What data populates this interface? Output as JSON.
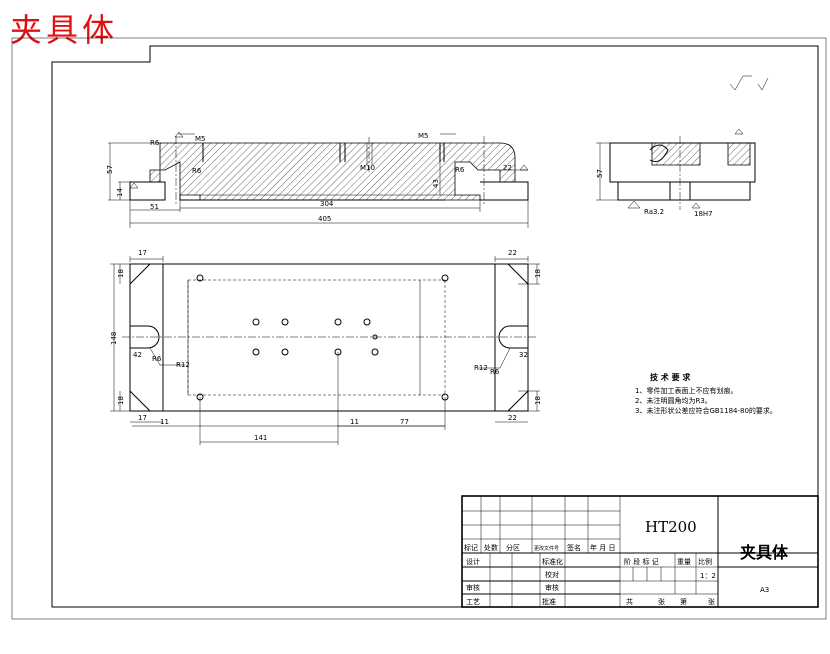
{
  "watermark": "夹具体",
  "front_view": {
    "dims": {
      "overall_length": "405",
      "inner_length": "304",
      "left_offset": "51",
      "height": "57",
      "base_thickness": "14",
      "recess_depth": "43",
      "right_width": "22",
      "radius_left_top": "R6",
      "radius_left_inner": "R6",
      "radius_right_inner": "R6",
      "chamfer_left": "M5",
      "chamfer_right": "M5",
      "center_label": "M10"
    }
  },
  "side_view": {
    "dims": {
      "height": "57",
      "fit": "18H7",
      "roughness_note": "Ra3.2"
    }
  },
  "plan_view": {
    "dims": {
      "top_left": "17",
      "top_right": "22",
      "bottom_left": "17",
      "bottom_right": "22",
      "width": "148",
      "left_top_vertical": "18",
      "right_top_vertical": "18",
      "left_bottom_vertical": "18",
      "right_bottom_vertical": "18",
      "left_slot": "42",
      "right_slot": "32",
      "slot_radius": "R12",
      "slot_radius_right": "R12",
      "slot_radius_small": "R6",
      "slot_radius_small_right": "R6",
      "hole_spacing": "141",
      "right_spacing": "77",
      "left_small": "11",
      "mid_small": "11"
    }
  },
  "tech_req": {
    "title": "技 术 要 求",
    "items": [
      "1、零件加工表面上不应有划痕。",
      "2、未注明圆角均为R3。",
      "3、未注形状公差应符合GB1184-80的要求。"
    ]
  },
  "title_block": {
    "material": "HT200",
    "part_name": "夹具体",
    "scale": "1：2",
    "sheet": "A3",
    "rev_row": [
      "标记",
      "处数",
      "分区",
      "更改文件号",
      "签名",
      "年 月 日"
    ],
    "roles": [
      "设计",
      "审核",
      "工艺"
    ],
    "roles2": [
      "标准化",
      "批准"
    ],
    "misc": [
      "校对",
      "审核"
    ],
    "stage_labels": [
      "阶 段 标 记",
      "重量",
      "比例"
    ],
    "sheet_labels": [
      "共",
      "张",
      "第",
      "张"
    ]
  },
  "colors": {
    "line": "#000000",
    "watermark": "#e01010",
    "background": "#ffffff"
  }
}
